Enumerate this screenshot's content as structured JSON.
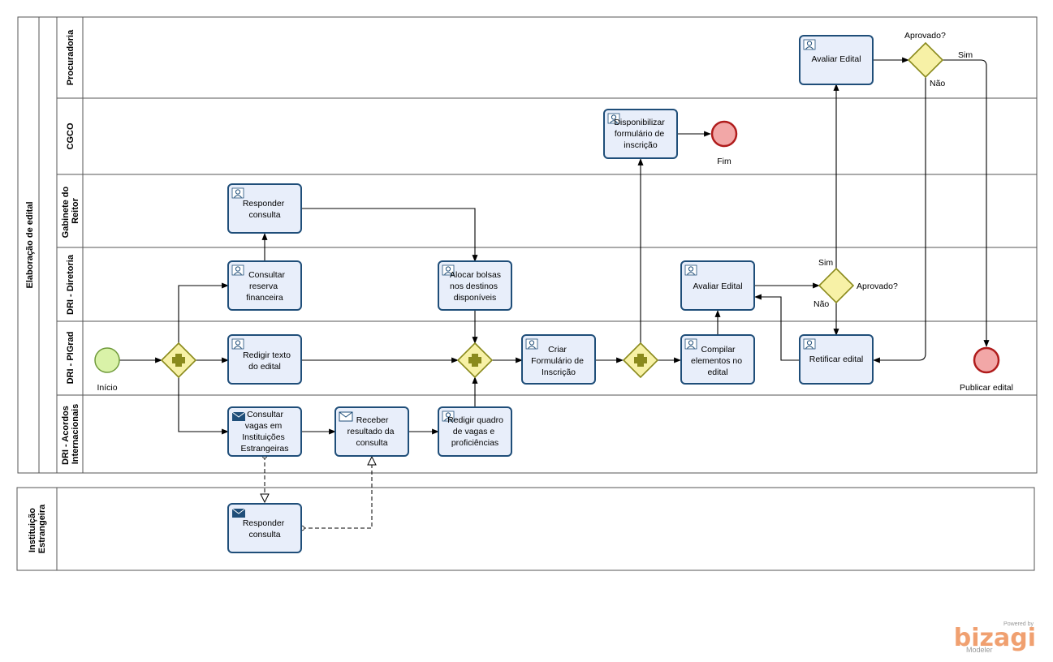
{
  "pools": {
    "main": "Elaboração de edital",
    "external": "Instituição Estrangeira"
  },
  "lanes": {
    "procuradoria": "Procuradoria",
    "cgco": "CGCO",
    "gabinete": [
      "Gabinete do",
      "Reitor"
    ],
    "diretoria": "DRI - Diretoria",
    "pigrad": "DRI - PIGrad",
    "acordos": [
      "DRI - Acordos",
      "Internacionais"
    ]
  },
  "tasks": {
    "avaliar_procuradoria": [
      "Avaliar Edital"
    ],
    "disponibilizar": [
      "Disponibilizar",
      "formulário de",
      "inscrição"
    ],
    "responder_gabinete": [
      "Responder",
      "consulta"
    ],
    "consultar_reserva": [
      "Consultar",
      "reserva",
      "financeira"
    ],
    "alocar_bolsas": [
      "Alocar bolsas",
      "nos destinos",
      "disponíveis"
    ],
    "avaliar_diretoria": [
      "Avaliar Edital"
    ],
    "redigir_texto": [
      "Redigir texto",
      "do edital"
    ],
    "criar_formulario": [
      "Criar",
      "Formulário de",
      "Inscrição"
    ],
    "compilar": [
      "Compilar",
      "elementos no",
      "edital"
    ],
    "retificar": [
      "Retificar edital"
    ],
    "consultar_vagas": [
      "Consultar",
      "vagas em",
      "Instituições",
      "Estrangeiras"
    ],
    "receber_resultado": [
      "Receber",
      "resultado da",
      "consulta"
    ],
    "redigir_quadro": [
      "Redigir quadro",
      "de vagas e",
      "proficiências"
    ],
    "responder_externa": [
      "Responder",
      "consulta"
    ]
  },
  "events": {
    "inicio": "Início",
    "fim": "Fim",
    "publicar": "Publicar edital"
  },
  "gateways": {
    "aprovado_top": "Aprovado?",
    "aprovado_dir": "Aprovado?",
    "sim": "Sim",
    "nao": "Não"
  },
  "branding": {
    "powered": "Powered by",
    "name": "bizagi",
    "sub": "Modeler"
  },
  "colors": {
    "task_fill": "#e8eefa",
    "task_stroke": "#1f4e79",
    "gateway_fill": "#f7f1a6",
    "start_fill": "#d9f2a8",
    "end_fill": "#f2a7a7",
    "end_stroke": "#b01c1c"
  }
}
